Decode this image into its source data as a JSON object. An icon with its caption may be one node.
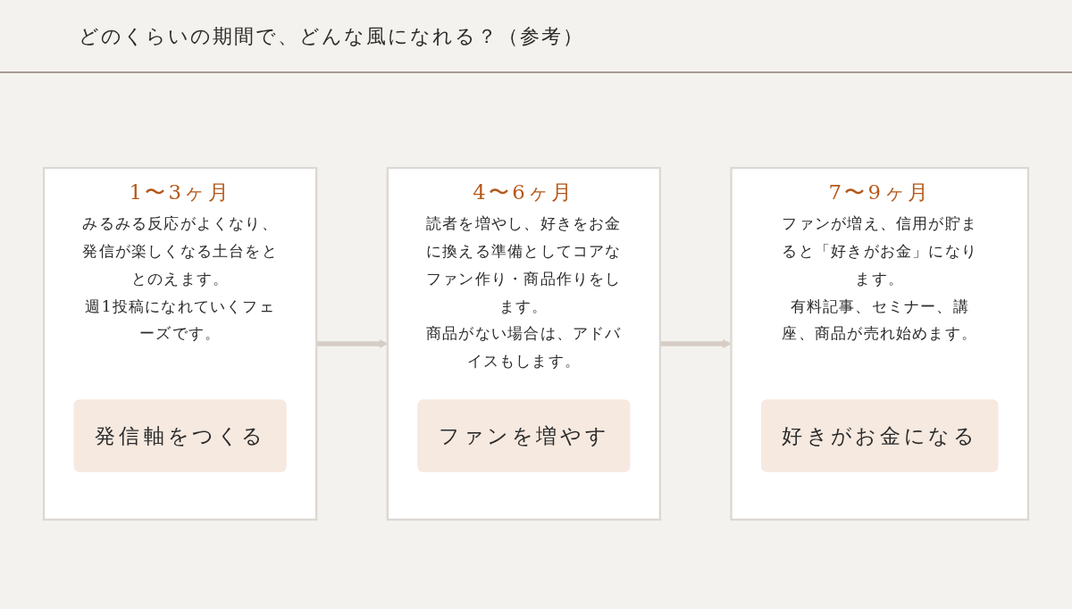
{
  "diagram": {
    "title": "どのくらいの期間で、どんな風になれる？（参考）",
    "nodes": [
      {
        "text": [
          "1〜3ヶ月",
          "みるみる反応がよくなり、発信が楽しくなる土台をととのえます。",
          "週1投稿になれていくフェーズです。"
        ]
      },
      {
        "text": [
          "発信軸をつくる"
        ],
        "in": 0
      },
      {
        "text": [
          "4〜6ヶ月",
          "読者を増やし、好きをお金に換える準備としてコアなファン作り・商品作りをします。",
          "商品がない場合は、アドバイスもします。"
        ]
      },
      {
        "text": [
          "ファンを増やす"
        ],
        "in": 2
      },
      {
        "text": [
          "7〜9ヶ月",
          "ファンが増え、信用が貯まると「好きがお金」になります。",
          "有料記事、セミナー、講座、商品が売れ始めます。"
        ]
      },
      {
        "text": [
          "好きがお金になる"
        ],
        "in": 4
      }
    ],
    "edges": [
      {
        "from": 0,
        "to": 2,
        "arrow": "to"
      },
      {
        "from": 2,
        "to": 4,
        "arrow": "to"
      }
    ]
  }
}
